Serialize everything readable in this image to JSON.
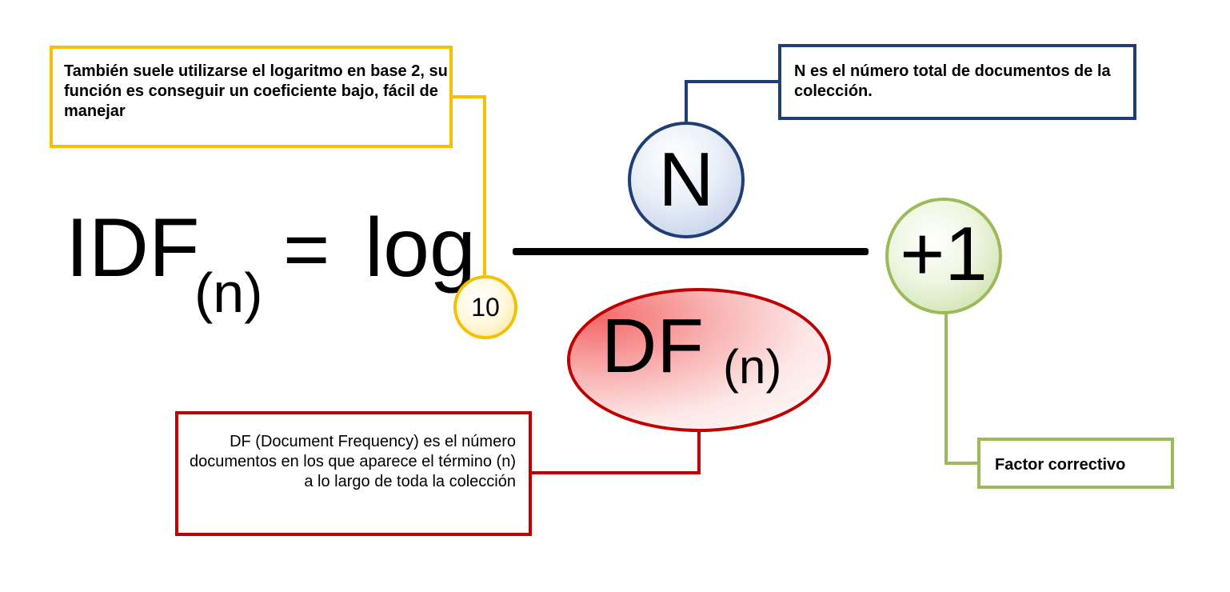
{
  "formula": {
    "idf": "IDF",
    "idf_subscript": "(n)",
    "equals": "=",
    "log": "log",
    "base": "10",
    "numerator": "N",
    "denominator": "DF",
    "denominator_subscript": "(n)",
    "correction": "+1"
  },
  "callouts": {
    "log_base": "También suele utilizarse el logaritmo en base 2, su función es conseguir un coeficiente bajo, fácil de manejar",
    "numerator": "N es el número total de documentos de la colección.",
    "document_frequency": "DF (Document Frequency) es el número documentos en los que aparece el término (n) a lo largo de toda la colección",
    "correction": "Factor correctivo"
  },
  "colors": {
    "yellow": "#f5c000",
    "navy": "#1f3e73",
    "red": "#c00000",
    "green": "#9bbb59"
  }
}
